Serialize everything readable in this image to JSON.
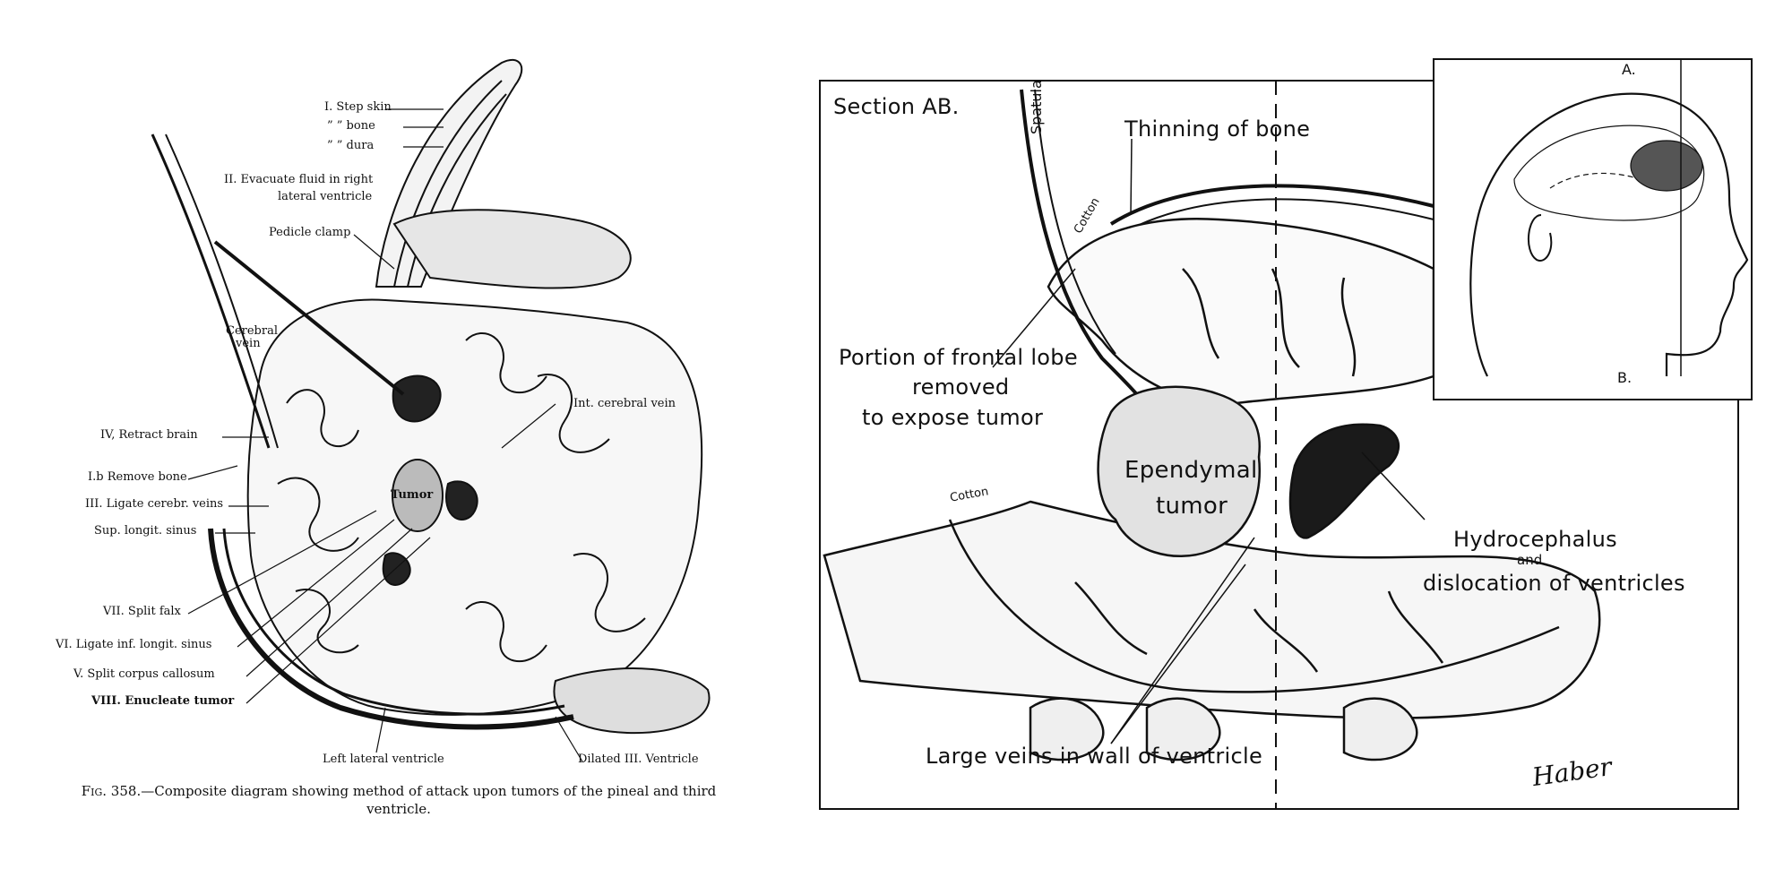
{
  "left_figure": {
    "labels": {
      "step1_skin": "I. Step  skin",
      "step1_bone": "”  ”  bone",
      "step1_dura": "”  ”  dura",
      "step2": "II. Evacuate fluid in right",
      "step2b": "lateral ventricle",
      "pedicle_clamp": "Pedicle clamp",
      "cerebral_vein": "Cerebral",
      "cerebral_vein_b": "vein",
      "int_cerebral_vein": "Int. cerebral vein",
      "step4": "IV, Retract brain",
      "step1b": "I.b Remove bone",
      "step3": "III. Ligate cerebr. veins",
      "sup_longit_sinus": "Sup. longit. sinus",
      "tumor": "Tumor",
      "step7": "VII. Split falx",
      "step6": "VI. Ligate inf. longit. sinus",
      "step5": "V. Split corpus callosum",
      "step8": "VIII. Enucleate tumor",
      "left_lateral_ventricle": "Left lateral ventricle",
      "dilated_third_ventricle": "Dilated III. Ventricle"
    },
    "caption_figno": "Fig. 358.",
    "caption_text": "—Composite diagram showing method of attack upon tumors of the pineal and third ventricle."
  },
  "right_figure": {
    "labels": {
      "section": "Section AB.",
      "thinning_of_bone": "Thinning of bone",
      "spatula": "Spatula",
      "cotton_top": "Cotton",
      "cotton_bottom": "Cotton",
      "portion_frontal_1": "Portion of frontal lobe",
      "portion_frontal_2": "removed",
      "portion_frontal_3": "to expose tumor",
      "ependymal_1": "Ependymal",
      "ependymal_2": "tumor",
      "hydrocephalus": "Hydrocephalus",
      "and": "and",
      "dislocation": "dislocation of ventricles",
      "large_veins": "Large veins in wall of ventricle",
      "inset_a": "A.",
      "inset_b": "B.",
      "signature": "Haber"
    }
  }
}
